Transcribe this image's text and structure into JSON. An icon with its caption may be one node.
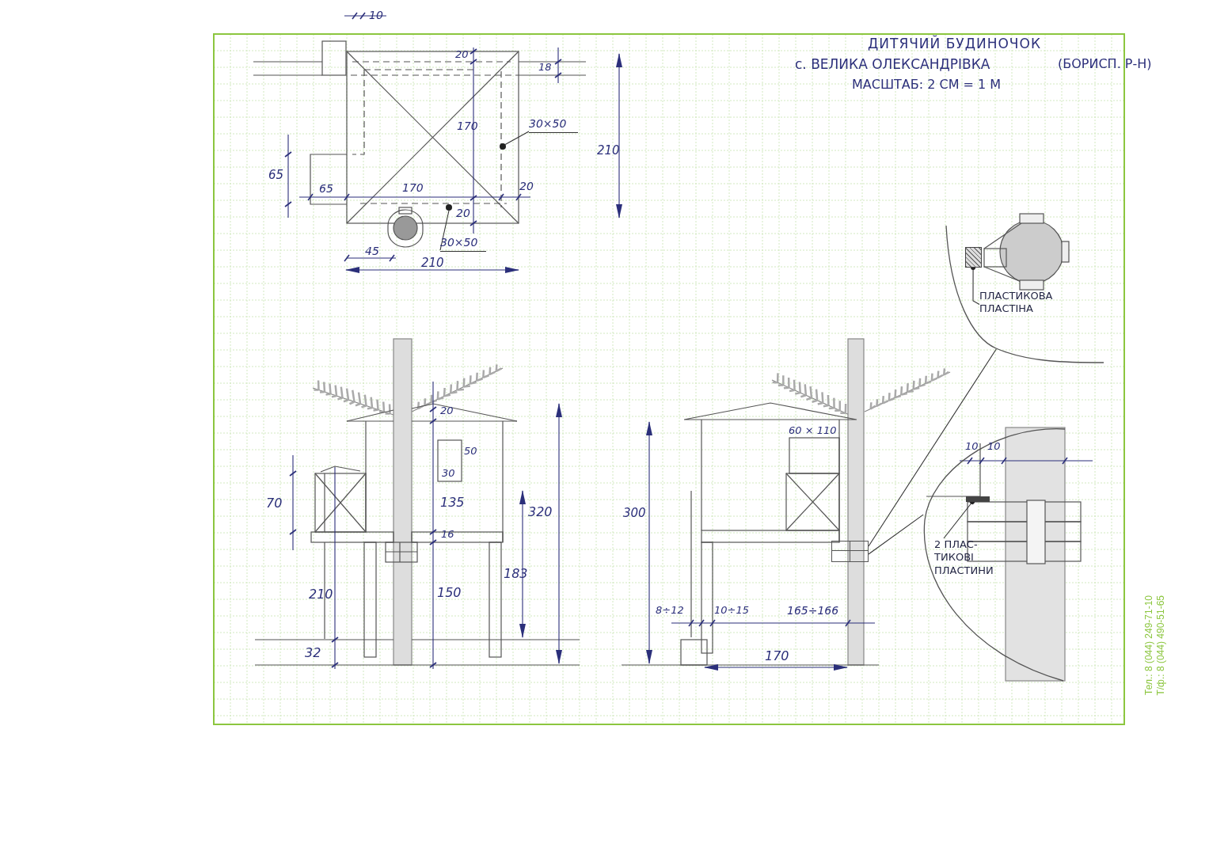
{
  "diagram": {
    "title": "ДИТЯЧИЙ БУДИНОЧОК",
    "nodes": [
      {
        "text": [
          "30×50"
        ]
      },
      {
        "text": [],
        "shape": "circle"
      },
      {
        "text": [
          "30×50"
        ]
      },
      {
        "text": [],
        "shape": "circle"
      },
      {
        "text": [],
        "shape": "circle"
      },
      {
        "text": [
          "ПЛАСТИКОВА ПЛАСТІНА"
        ],
        "in": 4
      },
      {
        "text": [],
        "shape": "box",
        "in": 4
      },
      {
        "text": [],
        "shape": "circle"
      },
      {
        "text": [
          "2 ПЛАС- ТИКОВІ ПЛАСТИНИ"
        ],
        "in": 7
      },
      {
        "text": [],
        "shape": "box",
        "in": 7
      },
      {
        "text": [],
        "shape": "box"
      }
    ],
    "edges": [
      {
        "from": 0,
        "to": 1,
        "arrow": "none"
      },
      {
        "from": 2,
        "to": 3,
        "arrow": "none"
      },
      {
        "from": 5,
        "to": 6,
        "arrow": "other"
      },
      {
        "from": 8,
        "to": 9,
        "arrow": "other"
      },
      {
        "from": 10,
        "to": 4,
        "arrow": "none"
      },
      {
        "from": 10,
        "to": 7,
        "arrow": "none"
      }
    ],
    "labels": [
      "с. ВЕЛИКА ОЛЕКСАНДРІВКА",
      "(БОРИСП. Р-Н)",
      "МАСШТАБ: 2 СМ = 1 М",
      "10",
      "20",
      "18",
      "170",
      "210",
      "65",
      "65",
      "170",
      "20",
      "20",
      "45",
      "210",
      "20",
      "50",
      "30",
      "70",
      "135",
      "320",
      "16",
      "183",
      "210",
      "150",
      "32",
      "60 × 110",
      "300",
      "8÷12",
      "10÷15",
      "165÷166",
      "170",
      "10",
      "10",
      "Тел.: 8 (044) 249-71-10",
      "Т/ф.: 8 (044) 490-51-65"
    ]
  }
}
